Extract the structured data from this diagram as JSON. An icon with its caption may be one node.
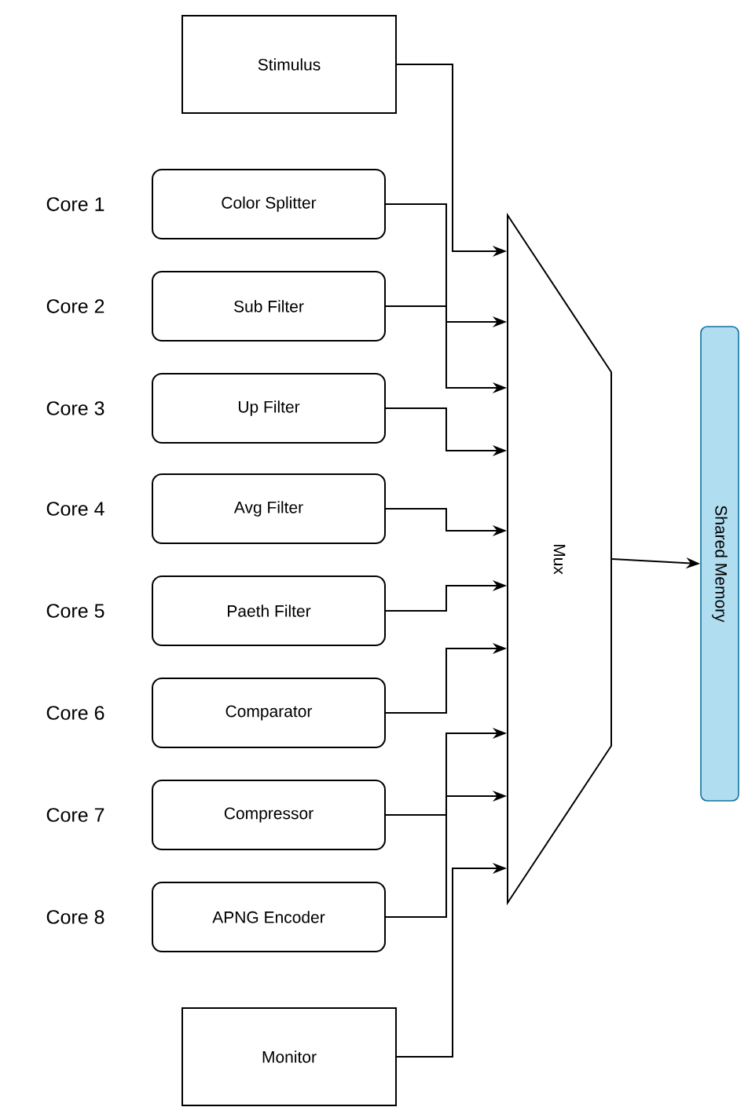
{
  "diagram": {
    "nodes": [
      {
        "text": [
          "Stimulus"
        ]
      },
      {
        "text": [
          "Color Splitter"
        ]
      },
      {
        "text": [
          "Sub Filter"
        ]
      },
      {
        "text": [
          "Up Filter"
        ]
      },
      {
        "text": [
          "Avg Filter"
        ]
      },
      {
        "text": [
          "Paeth Filter"
        ]
      },
      {
        "text": [
          "Comparator"
        ]
      },
      {
        "text": [
          "Compressor"
        ]
      },
      {
        "text": [
          "APNG Encoder"
        ]
      },
      {
        "text": [
          "Monitor"
        ]
      },
      {
        "text": [
          "Mux"
        ]
      },
      {
        "text": [
          "Shared Memory"
        ]
      }
    ],
    "edges": [
      {
        "from": 0,
        "to": 10,
        "arrow": "to"
      },
      {
        "from": 1,
        "to": 10,
        "arrow": "to"
      },
      {
        "from": 2,
        "to": 10,
        "arrow": "to"
      },
      {
        "from": 3,
        "to": 10,
        "arrow": "to"
      },
      {
        "from": 4,
        "to": 10,
        "arrow": "to"
      },
      {
        "from": 5,
        "to": 10,
        "arrow": "to"
      },
      {
        "from": 6,
        "to": 10,
        "arrow": "to"
      },
      {
        "from": 7,
        "to": 10,
        "arrow": "to"
      },
      {
        "from": 8,
        "to": 10,
        "arrow": "to"
      },
      {
        "from": 9,
        "to": 10,
        "arrow": "to"
      },
      {
        "from": 10,
        "to": 11,
        "arrow": "to"
      }
    ],
    "labels": [
      "Core 1",
      "Core 2",
      "Core 3",
      "Core 4",
      "Core 5",
      "Core 6",
      "Core 7",
      "Core 8"
    ]
  }
}
